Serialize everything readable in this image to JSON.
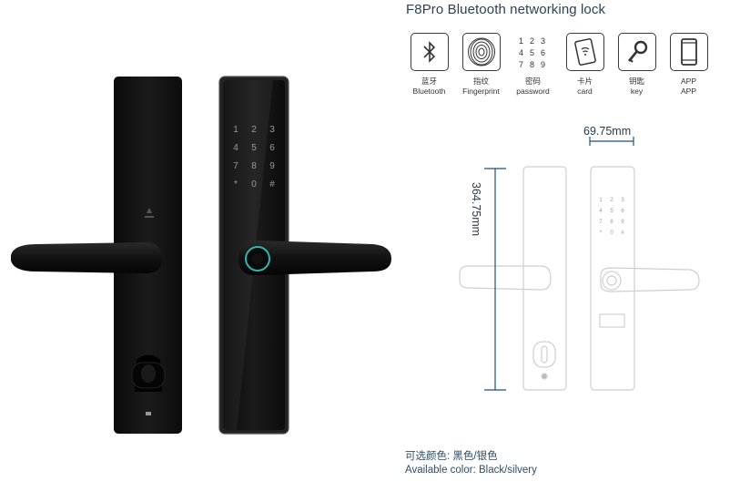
{
  "product": {
    "title": "F8Pro Bluetooth networking lock"
  },
  "features": [
    {
      "icon": "bluetooth-icon",
      "cn": "蓝牙",
      "en": "Bluetooth"
    },
    {
      "icon": "fingerprint-icon",
      "cn": "指纹",
      "en": "Fingerprint"
    },
    {
      "icon": "keypad-icon",
      "cn": "密码",
      "en": "password",
      "digits": "1 2 3 4 5 6 7 8 9"
    },
    {
      "icon": "card-icon",
      "cn": "卡片",
      "en": "card"
    },
    {
      "icon": "key-icon",
      "cn": "钥匙",
      "en": "key"
    },
    {
      "icon": "phone-icon",
      "cn": "APP",
      "en": "APP"
    }
  ],
  "dimensions": {
    "width": "69.75mm",
    "height": "364.75mm"
  },
  "keypad": {
    "keys": [
      "1",
      "2",
      "3",
      "4",
      "5",
      "6",
      "7",
      "8",
      "9",
      "*",
      "0",
      "#"
    ]
  },
  "colors": {
    "line1": "可选颜色: 黑色/银色",
    "line2": "Available color: Black/silvery",
    "body": "#121212",
    "accent": "#2fb7b2",
    "dimension_line": "#1f4f7a"
  }
}
